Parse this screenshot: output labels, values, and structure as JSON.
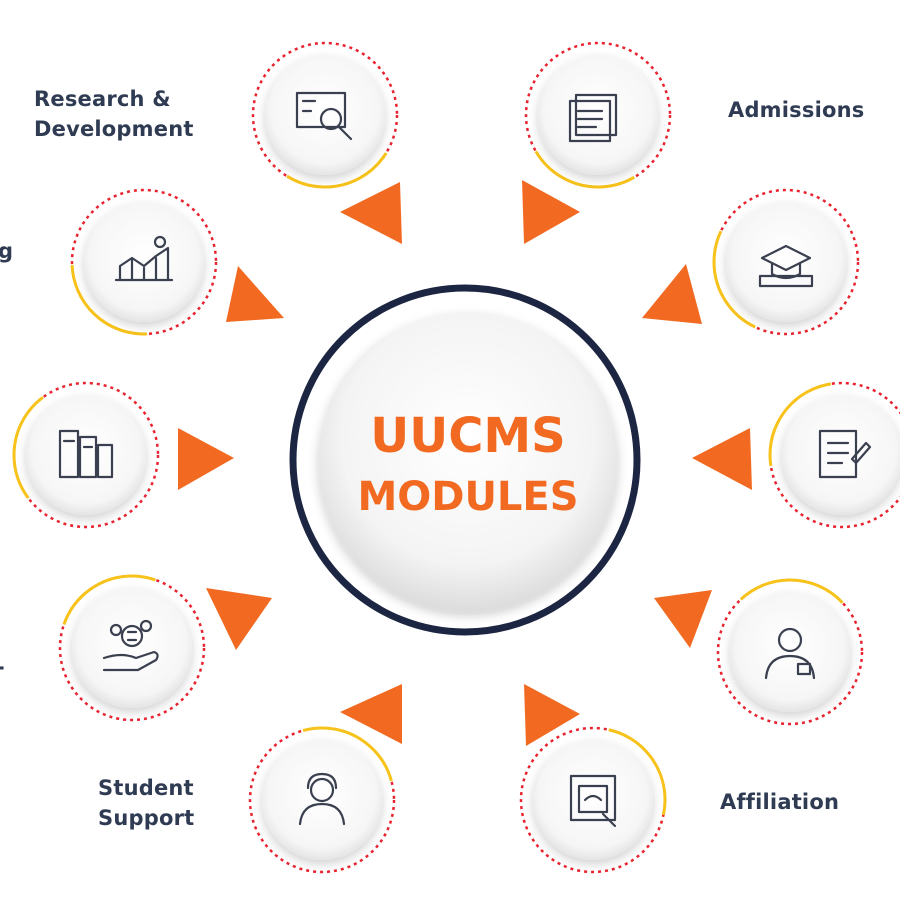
{
  "title": {
    "line1": "UUCMS",
    "line2": "MODULES"
  },
  "colors": {
    "accent": "#f26a21",
    "ring": "#1c2541",
    "dashed_red": "#e8232f",
    "dashed_yellow": "#f7c21a",
    "text": "#2f3b52",
    "icon": "#3b4050"
  },
  "modules": [
    {
      "id": "research-development",
      "label_lines": [
        "Research &",
        "Development"
      ],
      "icon": "research-icon"
    },
    {
      "id": "admissions",
      "label_lines": [
        "Admissions"
      ],
      "icon": "admissions-icon"
    },
    {
      "id": "examination",
      "label_lines": [],
      "icon": "examination-icon"
    },
    {
      "id": "documents",
      "label_lines": [],
      "icon": "documents-icon"
    },
    {
      "id": "faculty",
      "label_lines": [],
      "icon": "faculty-icon"
    },
    {
      "id": "affiliation",
      "label_lines": [
        "Affiliation"
      ],
      "icon": "affiliation-icon"
    },
    {
      "id": "student-support",
      "label_lines": [
        "Student",
        "Support"
      ],
      "icon": "support-icon"
    },
    {
      "id": "finance",
      "label_lines": [],
      "icon": "finance-icon"
    },
    {
      "id": "library",
      "label_lines": [],
      "icon": "library-icon"
    },
    {
      "id": "infrastructure",
      "label_lines": [],
      "icon": "infrastructure-icon"
    }
  ],
  "edge_fragments": [
    "g",
    "-"
  ]
}
